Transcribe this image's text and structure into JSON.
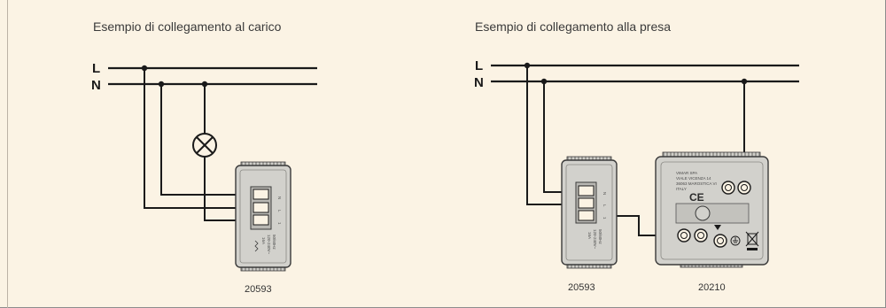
{
  "captions": {
    "load": "Esempio di collegamento al carico",
    "socket": "Esempio di collegamento alla presa"
  },
  "lines": {
    "live": "L",
    "neutral": "N"
  },
  "devices": {
    "switch_code": "20593",
    "socket_code": "20210",
    "switch_rating": "16A",
    "switch_voltage": "120-240V~",
    "switch_freq": "50/60Hz",
    "terminal_N": "N",
    "terminal_L": "L",
    "terminal_out": "1",
    "socket_maker": "VIMAR SPA",
    "socket_address": "VIALE VICENZA 14",
    "socket_city": "36063 MAROSTICA VI",
    "socket_country": "ITALY",
    "ce_mark": "CE"
  },
  "colors": {
    "background": "#fbf3e4",
    "wire": "#1a1a1a",
    "device_body": "#d2d1cc",
    "device_outline": "#3a3a3a",
    "caption_text": "#3a3a3a"
  }
}
